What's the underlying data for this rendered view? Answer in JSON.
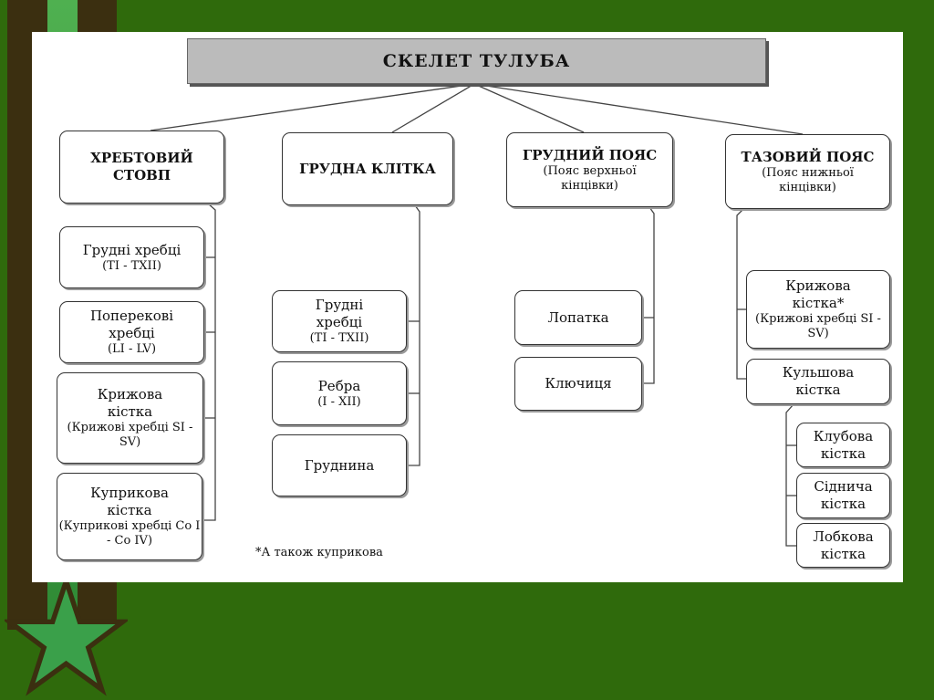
{
  "title": "СКЕЛЕТ ТУЛУБА",
  "columns": [
    {
      "head": "ХРЕБТОВИЙ СТОВП",
      "items": [
        {
          "main": "Грудні хребці",
          "sub": "(TI - TXII)"
        },
        {
          "main": "Поперекові хребці",
          "sub": "(LI - LV)"
        },
        {
          "main": "Крижова кістка",
          "sub": "(Крижові хребці SI - SV)"
        },
        {
          "main": "Куприкова кістка",
          "sub": "(Куприкові хребці Co I - Co IV)"
        }
      ]
    },
    {
      "head": "ГРУДНА КЛІТКА",
      "items": [
        {
          "main": "Грудні хребці",
          "sub": "(TI - TXII)"
        },
        {
          "main": "Ребра",
          "sub": "(I - XII)"
        },
        {
          "main": "Груднина"
        }
      ]
    },
    {
      "head": "ГРУДНИЙ ПОЯС",
      "head_sub": "(Пояс верхньої кінцівки)",
      "items": [
        {
          "main": "Лопатка"
        },
        {
          "main": "Ключиця"
        }
      ]
    },
    {
      "head": "ТАЗОВИЙ ПОЯС",
      "head_sub": "(Пояс нижньої кінцівки)",
      "items": [
        {
          "main": "Крижова кістка*",
          "sub": "(Крижові хребці SI - SV)"
        },
        {
          "main": "Кульшова кістка",
          "children": [
            "Клубова кістка",
            "Сіднича кістка",
            "Лобкова кістка"
          ]
        }
      ]
    }
  ],
  "footnote": "*А також куприкова",
  "colors": {
    "background": "#2f6a0c",
    "panel": "#ffffff",
    "title_bg": "#bbbbbb"
  }
}
